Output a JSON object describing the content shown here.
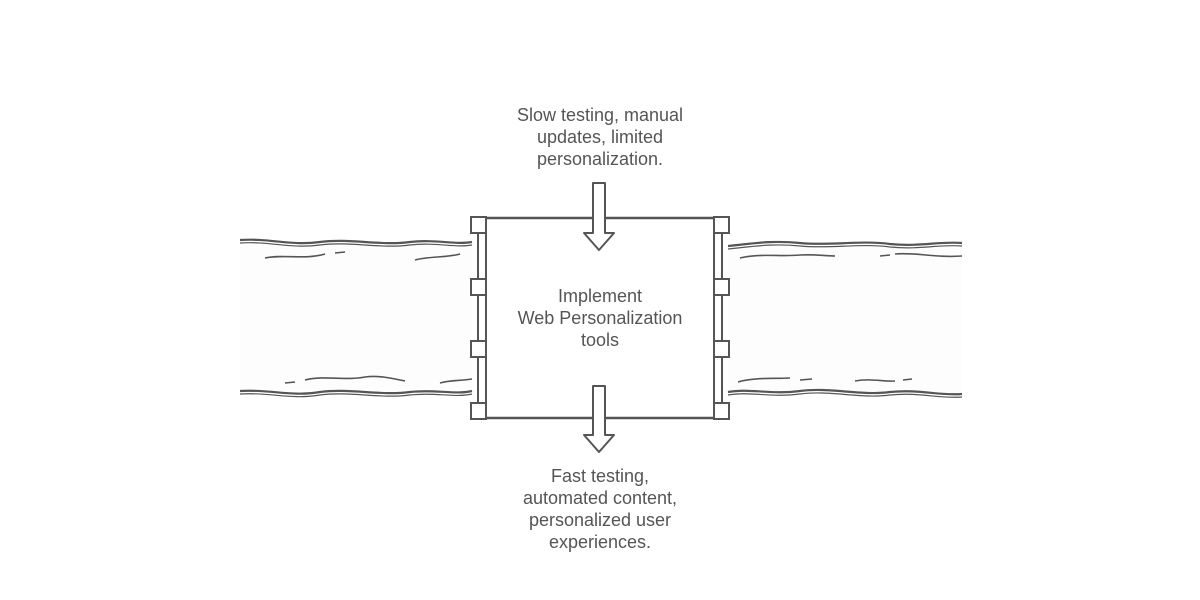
{
  "diagram": {
    "input_text": [
      "Slow testing, manual",
      "updates, limited",
      "personalization."
    ],
    "center_text": [
      "Implement",
      "Web Personalization",
      "tools"
    ],
    "output_text": [
      "Fast testing,",
      "automated content,",
      "personalized user",
      "experiences."
    ],
    "colors": {
      "stroke": "#555555",
      "text": "#555555",
      "stream_fill": "#fdfdfd",
      "box_fill": "#ffffff"
    }
  }
}
